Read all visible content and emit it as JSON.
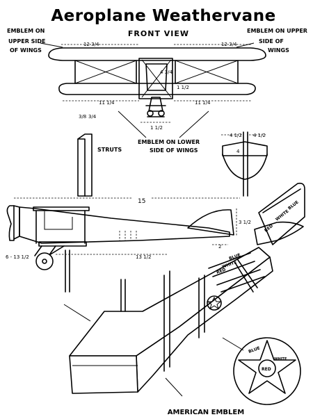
{
  "title": "Aeroplane Weathervane",
  "front_view_label": "FRONT VIEW",
  "labels": {
    "emblem_upper_left": [
      "EMBLEM ON",
      "UPPER SIDE",
      "OF WINGS"
    ],
    "emblem_upper_right": [
      "EMBLEM ON UPPER",
      "SIDE OF",
      "WINGS"
    ],
    "emblem_lower": [
      "EMBLEM ON LOWER",
      "SIDE OF WINGS"
    ],
    "struts": "STRUTS",
    "american_emblem": "AMERICAN EMBLEM"
  },
  "dimensions": {
    "upper_wing_left": "12 3/4",
    "upper_wing_right": "12 3/4",
    "lower_wing_left": "11 1/4",
    "lower_wing_right": "11 1/4",
    "prop_width": "1 1/2",
    "strut_a": "3/8",
    "strut_b": "3/4",
    "rudder_a": "4 1/2",
    "rudder_b": "4 1/2",
    "rudder_h": "4",
    "fuselage_length": "15",
    "fuselage_lower": "13 1/2",
    "tail_height": "3 1/2",
    "tail_gap": "2",
    "wheel": "6 - 13 1/2",
    "center_a": "4 3/4",
    "center_b": "1 1/2"
  },
  "tail_words": [
    "RED",
    "WHITE",
    "BLUE"
  ],
  "fuselage_words": [
    "BLUE",
    "WHITE",
    "RED"
  ],
  "emblem_words": [
    "BLUE",
    "WHITE",
    "RED"
  ]
}
